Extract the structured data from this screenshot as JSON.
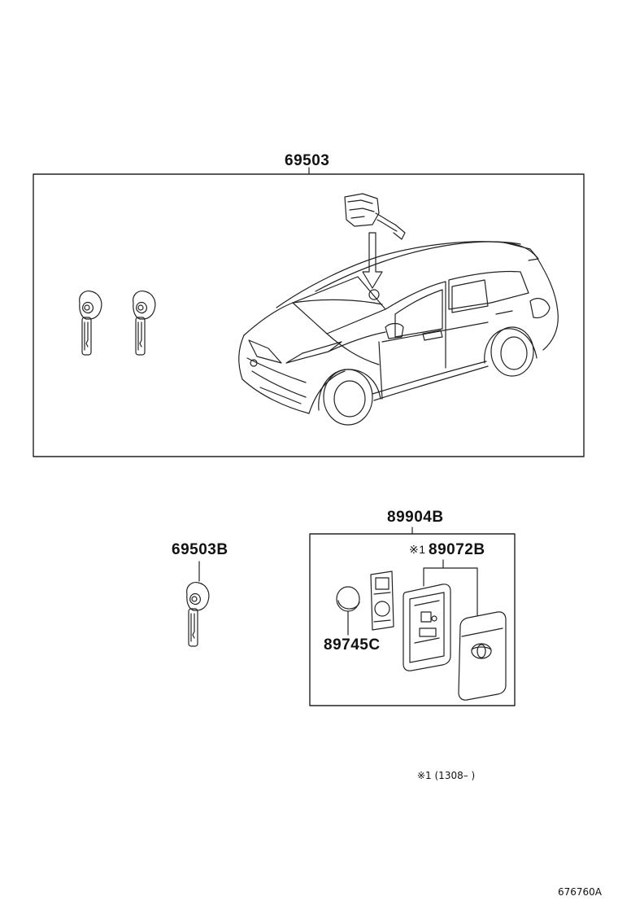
{
  "labels": {
    "top_assembly": "69503",
    "spare_key": "69503B",
    "smart_key_assembly": "89904B",
    "smart_key_case": "89072B",
    "smart_key_case_note_mark": "※1",
    "battery": "89745C"
  },
  "footnote": "※1 (1308–    )",
  "illustration_code": "676760A"
}
